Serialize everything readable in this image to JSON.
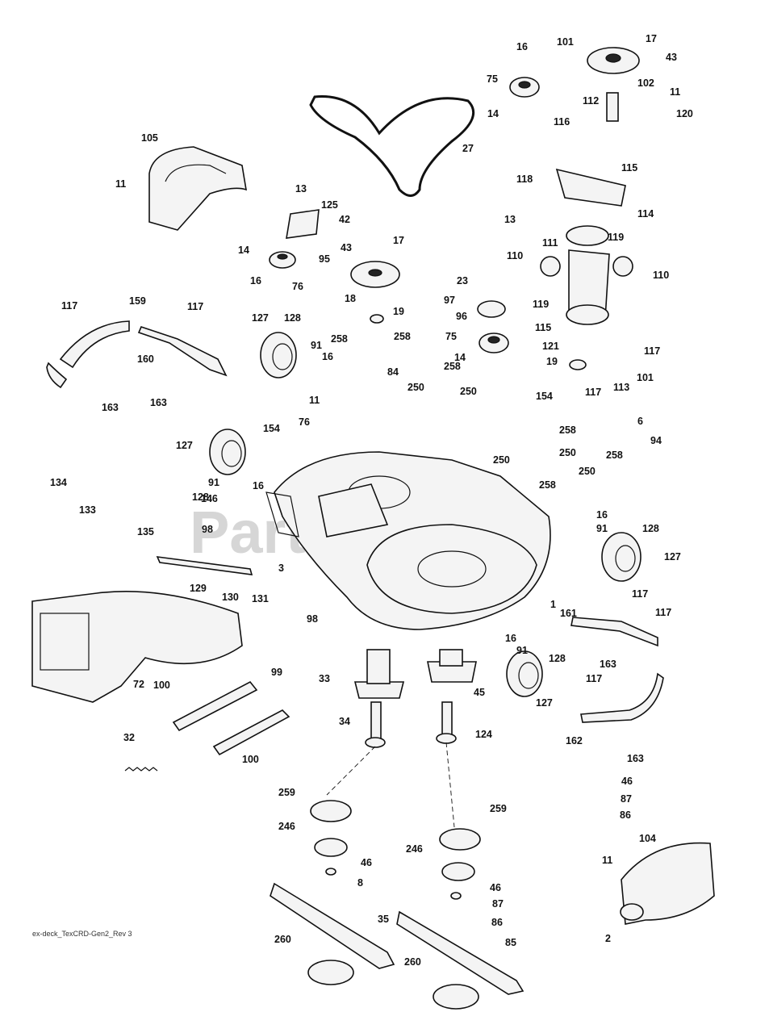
{
  "watermark": "PartsTree",
  "revision_note": "ex-deck_TexCRD-Gen2_Rev 3",
  "labels": [
    "17",
    "16",
    "101",
    "43",
    "75",
    "102",
    "112",
    "11",
    "14",
    "120",
    "116",
    "27",
    "105",
    "115",
    "118",
    "11",
    "13",
    "125",
    "42",
    "114",
    "13",
    "119",
    "111",
    "14",
    "95",
    "43",
    "17",
    "110",
    "110",
    "16",
    "76",
    "23",
    "18",
    "97",
    "117",
    "159",
    "117",
    "119",
    "96",
    "19",
    "75",
    "115",
    "127",
    "128",
    "121",
    "117",
    "258",
    "258",
    "91",
    "19",
    "101",
    "16",
    "84",
    "117",
    "113",
    "163",
    "160",
    "14",
    "163",
    "11",
    "258",
    "250",
    "250",
    "154",
    "6",
    "76",
    "154",
    "258",
    "94",
    "127",
    "250",
    "250",
    "128",
    "258",
    "91",
    "16",
    "250",
    "258",
    "134",
    "146",
    "133",
    "98",
    "16",
    "91",
    "128",
    "135",
    "127",
    "3",
    "129",
    "130",
    "131",
    "1",
    "98",
    "117",
    "161",
    "117",
    "72",
    "100",
    "163",
    "16",
    "91",
    "128",
    "33",
    "45",
    "117",
    "99",
    "127",
    "34",
    "124",
    "162",
    "163",
    "32",
    "100",
    "46",
    "87",
    "259",
    "86",
    "259",
    "246",
    "104",
    "46",
    "8",
    "11",
    "246",
    "46",
    "87",
    "35",
    "86",
    "2",
    "85",
    "260",
    "260",
    "2"
  ]
}
